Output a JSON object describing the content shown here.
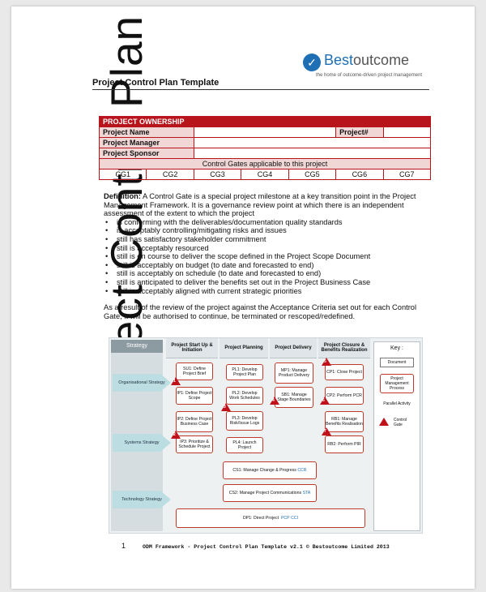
{
  "vertical_title": "Project Control Plan",
  "logo": {
    "name_a": "Best",
    "name_b": "outcome",
    "tagline": "the home of outcome-driven project management"
  },
  "doc_title": "Project Control Plan Template",
  "ownership": {
    "header": "PROJECT OWNERSHIP",
    "project_name": "Project Name",
    "project_no": "Project#",
    "manager": "Project Manager",
    "sponsor": "Project Sponsor",
    "gates_header": "Control Gates applicable to this project",
    "gates": [
      "CG1",
      "CG2",
      "CG3",
      "CG4",
      "CG5",
      "CG6",
      "CG7"
    ]
  },
  "definition": {
    "term": "Definition:",
    "text": " A Control Gate is a special project milestone at a key transition point in the Project Management Framework. It is a governance review point at which there is an independent assessment of the extent to which the project",
    "bullets": [
      "is conforming with the deliverables/documentation quality standards",
      "is acceptably controlling/mitigating risks and issues",
      "still has satisfactory stakeholder commitment",
      "still is acceptably resourced",
      "still is on course to deliver the scope defined in the Project Scope Document",
      "still is acceptably on budget (to date and forecasted to end)",
      "still is acceptably on schedule (to date and forecasted to end)",
      "still is anticipated to deliver the benefits set out in the Project Business Case",
      "still is acceptably aligned with current strategic priorities"
    ]
  },
  "review_text": "As a result of the review of the project against the Acceptance Criteria set out for each Control Gate, it will be authorised to continue, be terminated or rescoped/redefined.",
  "diagram": {
    "strategy": "Strategy",
    "arrows": [
      "Organisational Strategy",
      "Systems Strategy",
      "Technology Strategy"
    ],
    "columns": [
      "Project Start Up & Initiation",
      "Project Planning",
      "Project Delivery",
      "Project Closure & Benefits Realization"
    ],
    "boxes": {
      "su1": "SU1: Define Project Brief",
      "ip1": "IP1: Define Project Scope",
      "ip2": "IP2: Define Project Business Case",
      "ip3": "IP3: Prioritize & Schedule Project",
      "pl1": "PL1: Develop Project Plan",
      "pl2": "PL2: Develop Work Schedules",
      "pl3": "PL3: Develop Risk/Issue Logs",
      "pl4": "PL4: Launch Project",
      "mp1": "MP1: Manage Product Delivery",
      "sb1": "SB1: Manage Stage Boundaries",
      "cp1": "CP1: Close Project",
      "cp2": "CP2: Perform PCR",
      "rb1": "RB1: Manage Benefits Realisation",
      "rb2": "RB2: Perform PIR",
      "cs1": "CS1: Manage Change & Progress",
      "cs2": "CS2: Manage Project Communications",
      "dp1": "DP1: Direct Project"
    },
    "tags": {
      "ccr": "CCR",
      "sta": "STA",
      "pcp": "PCP",
      "cci": "CCI"
    },
    "gates": [
      "1",
      "2",
      "3",
      "4",
      "5",
      "6",
      "7"
    ],
    "key": {
      "title": "Key :",
      "document": "Document",
      "process": "Project Management Process",
      "parallel": "Parallel Activity",
      "gate": "Control Gate"
    }
  },
  "footer": {
    "page": "1",
    "text": "ODM Framework - Project Control Plan Template v2.1 © Bestoutcome Limited 2013"
  }
}
